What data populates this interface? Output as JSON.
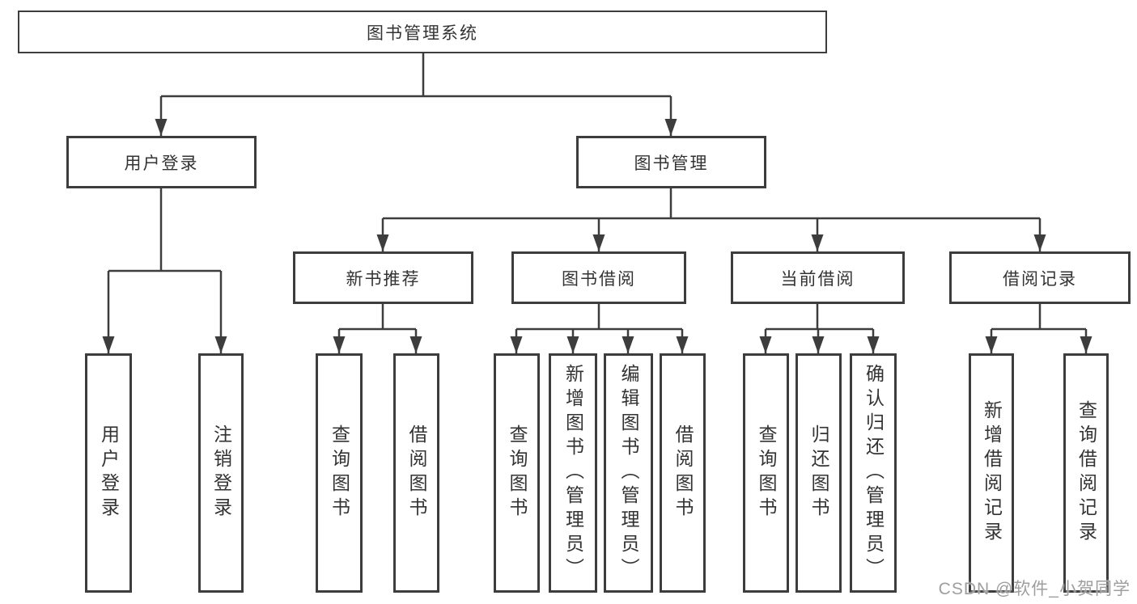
{
  "diagram": {
    "root": {
      "label": "图书管理系统",
      "children": [
        {
          "label": "用户登录",
          "children": [
            {
              "label": "用户登录"
            },
            {
              "label": "注销登录"
            }
          ]
        },
        {
          "label": "图书管理",
          "children": [
            {
              "label": "新书推荐",
              "children": [
                {
                  "label": "查询图书"
                },
                {
                  "label": "借阅图书"
                }
              ]
            },
            {
              "label": "图书借阅",
              "children": [
                {
                  "label": "查询图书"
                },
                {
                  "label": "新增图书（管理员）"
                },
                {
                  "label": "编辑图书（管理员）"
                },
                {
                  "label": "借阅图书"
                }
              ]
            },
            {
              "label": "当前借阅",
              "children": [
                {
                  "label": "查询图书"
                },
                {
                  "label": "归还图书"
                },
                {
                  "label": "确认归还（管理员）"
                }
              ]
            },
            {
              "label": "借阅记录",
              "children": [
                {
                  "label": "新增借阅记录"
                },
                {
                  "label": "查询借阅记录"
                }
              ]
            }
          ]
        }
      ]
    }
  },
  "watermark": {
    "text": "CSDN @软件_小贺同学"
  },
  "colors": {
    "line": "#3d3d3d",
    "box_border": "#3d3d3d",
    "text": "#333333",
    "watermark": "#9e9e9e",
    "background": "#ffffff"
  }
}
